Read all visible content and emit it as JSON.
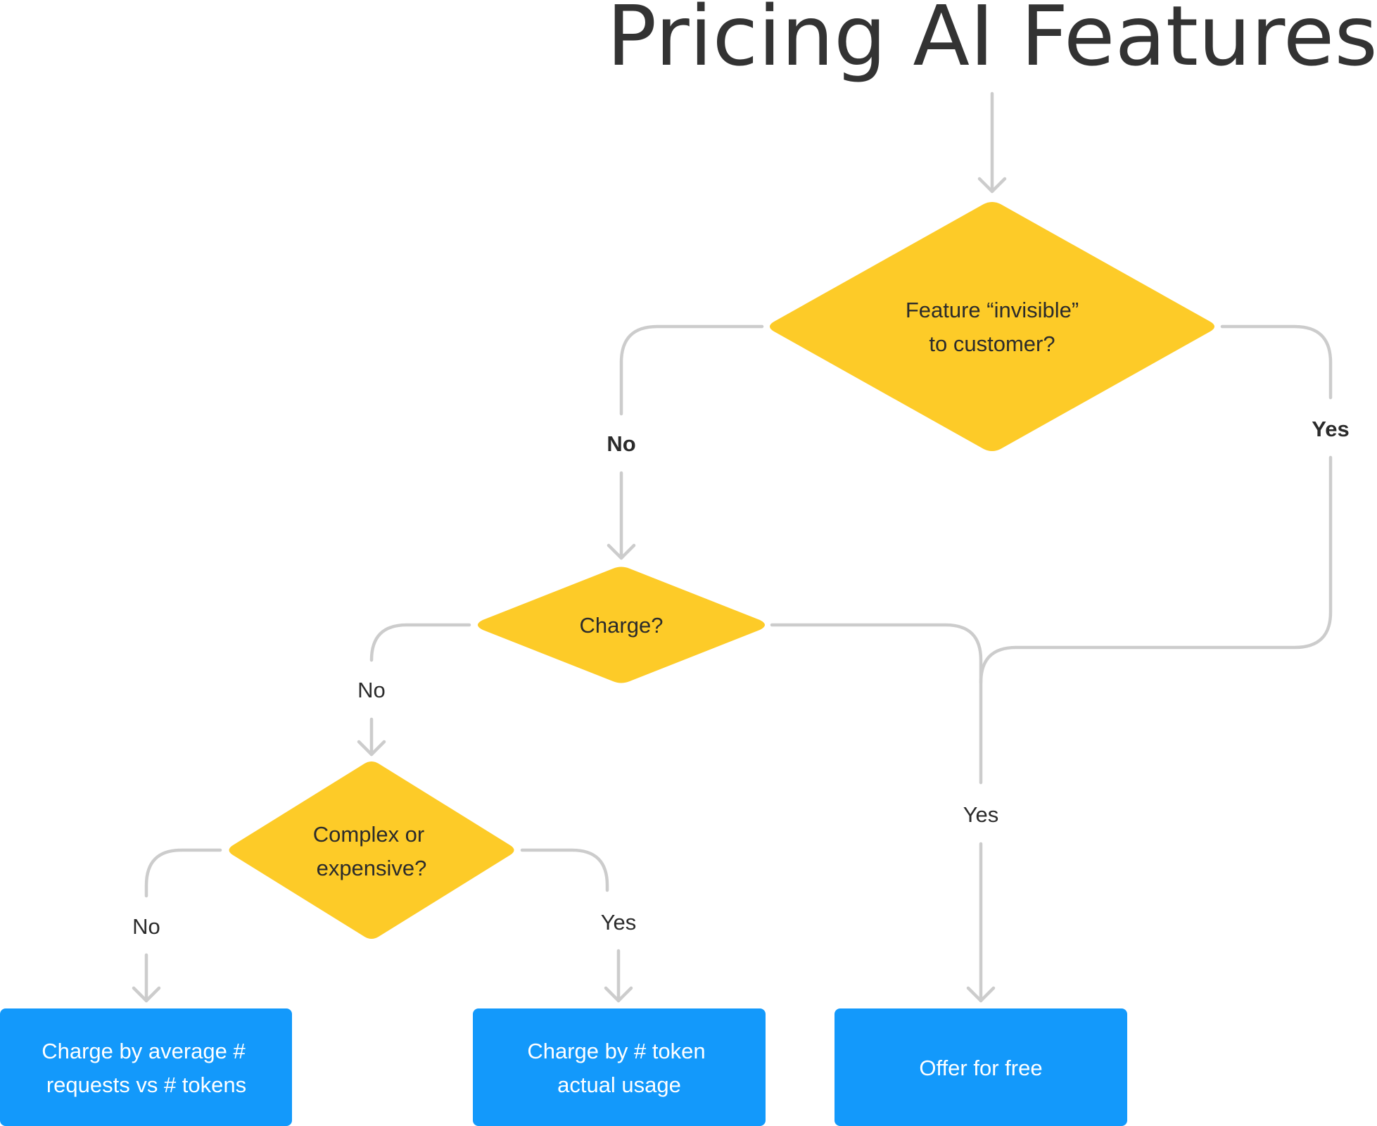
{
  "title": "Pricing AI Features",
  "colors": {
    "decision": "#FDCB28",
    "outcome": "#1399FB",
    "connector": "#CCCCCC",
    "title_text": "#333333"
  },
  "nodes": {
    "invisible": {
      "line1": "Feature “invisible”",
      "line2": "to customer?"
    },
    "charge": {
      "text": "Charge?"
    },
    "complex": {
      "line1": "Complex or",
      "line2": "expensive?"
    },
    "avg_requests": {
      "line1": "Charge by average #",
      "line2": "requests vs # tokens"
    },
    "token_usage": {
      "line1": "Charge by # token",
      "line2": "actual usage"
    },
    "free": {
      "text": "Offer for free"
    }
  },
  "edges": {
    "invisible_no": "No",
    "invisible_yes": "Yes",
    "charge_no": "No",
    "charge_yes": "Yes",
    "complex_no": "No",
    "complex_yes": "Yes"
  }
}
